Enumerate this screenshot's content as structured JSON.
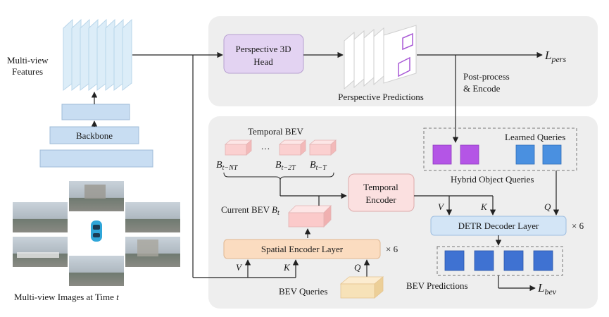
{
  "left": {
    "multiview_features_line1": "Multi-view",
    "multiview_features_line2": "Features",
    "backbone": "Backbone",
    "images_caption": "Multi-view Images at Time ",
    "images_caption_var": "t"
  },
  "top_panel": {
    "perspective_head_line1": "Perspective 3D",
    "perspective_head_line2": "Head",
    "perspective_predictions": "Perspective Predictions",
    "loss_pers_base": "L",
    "loss_pers_sub": "pers",
    "postprocess_line1": "Post-process",
    "postprocess_line2": "& Encode"
  },
  "bottom_panel": {
    "temporal_bev": "Temporal BEV",
    "ellipsis": "…",
    "b_nt": "B",
    "b_nt_sub": "t−NT",
    "b_2t": "B",
    "b_2t_sub": "t−2T",
    "b_t1": "B",
    "b_t1_sub": "t−T",
    "current_bev_text": "Current BEV ",
    "current_bev_var": "B",
    "current_bev_sub": "t",
    "temporal_encoder_line1": "Temporal",
    "temporal_encoder_line2": "Encoder",
    "spatial_encoder": "Spatial Encoder Layer",
    "spatial_times": "× 6",
    "v1": "V",
    "k1": "K",
    "q1": "Q",
    "bev_queries": "BEV Queries",
    "learned_queries": "Learned Queries",
    "hybrid_queries": "Hybrid Object Queries",
    "v2": "V",
    "k2": "K",
    "q2": "Q",
    "detr_decoder": "DETR Decoder Layer",
    "detr_times": "× 6",
    "bev_predictions": "BEV Predictions",
    "loss_bev_base": "L",
    "loss_bev_sub": "bev"
  },
  "colors": {
    "panel_bg": "#eeeeee",
    "feature_blue": "#ddeef8",
    "backbone_blue": "#c8ddf2",
    "head_purple": "#e3d3f2",
    "temporal_pink": "#fbe0e0",
    "spatial_orange": "#fbdcc0",
    "bev_queries_yellow": "#f7e2b8",
    "detr_blue": "#d3e5f6",
    "hybrid_purple": "#b455e6",
    "learned_blue": "#4a90e0",
    "prediction_blue": "#3f72d2"
  }
}
